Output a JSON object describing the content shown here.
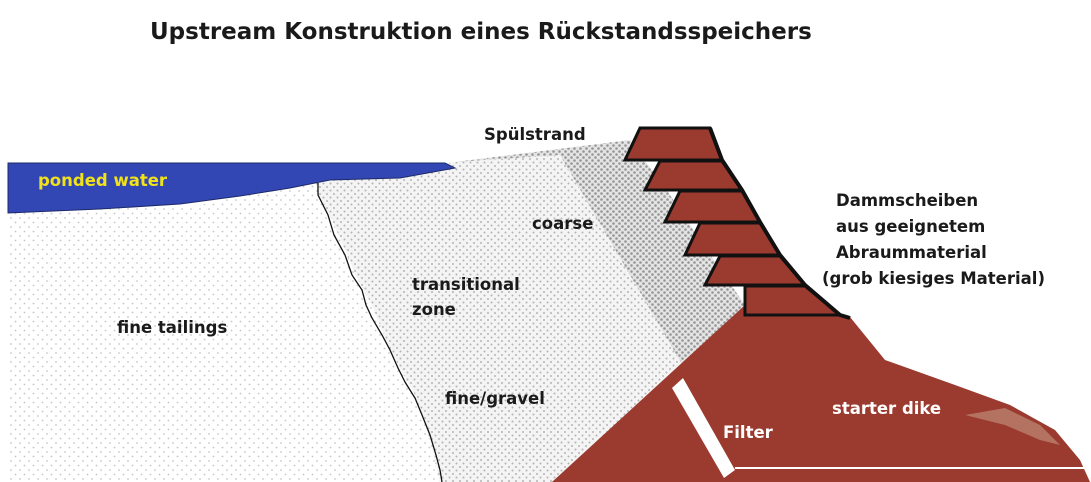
{
  "title": "Upstream Konstruktion eines Rückstandsspeichers",
  "labels": {
    "ponded_water": "ponded water",
    "spuelstrand": "Spülstrand",
    "coarse": "coarse",
    "transitional_line1": "transitional",
    "transitional_line2": "zone",
    "fine_tailings": "fine tailings",
    "fine_gravel": "fine/gravel",
    "filter": "Filter",
    "starter_dike": "starter dike",
    "dammscheiben": [
      "Dammscheiben",
      "aus geeignetem",
      "Abraummaterial",
      "(grob kiesiges Material)"
    ]
  },
  "colors": {
    "water": "#3347b4",
    "water_text": "#f2e21a",
    "dike": "#9b3a2f",
    "outline": "#111111",
    "fine_dots": "#c8c8c8",
    "coarse_dots": "#9a9a9a"
  }
}
